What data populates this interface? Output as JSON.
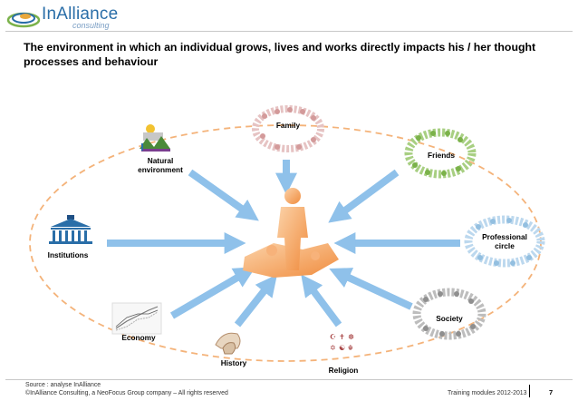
{
  "header": {
    "logo_text": "InAlliance",
    "logo_sub": "consulting",
    "title": "The environment in which an individual grows, lives and works directly impacts his / her thought processes and behaviour"
  },
  "diagram": {
    "labels": {
      "family": "Family",
      "friends": "Friends",
      "natural_environment": "Natural\nenvironment",
      "professional_circle": "Professional\ncircle",
      "institutions": "Institutions",
      "society": "Society",
      "economy": "Economy",
      "history": "History",
      "religion": "Religion"
    }
  },
  "footer": {
    "source": "Source : analyse InAlliance",
    "copyright": "©InAlliance Consulting, a NeoFocus Group company – All rights reserved",
    "module": "Training modules 2012-2013",
    "page": "7"
  },
  "colors": {
    "brand_blue": "#2a6ea8",
    "orbit_orange": "#f4b37a",
    "arrow_blue": "#8fc1ea",
    "figure_orange": "#f6a86a",
    "family_red": "#d39a9a",
    "friends_green": "#7bb24a",
    "professional_blue": "#93bfe0",
    "society_gray": "#8f8f8f"
  }
}
